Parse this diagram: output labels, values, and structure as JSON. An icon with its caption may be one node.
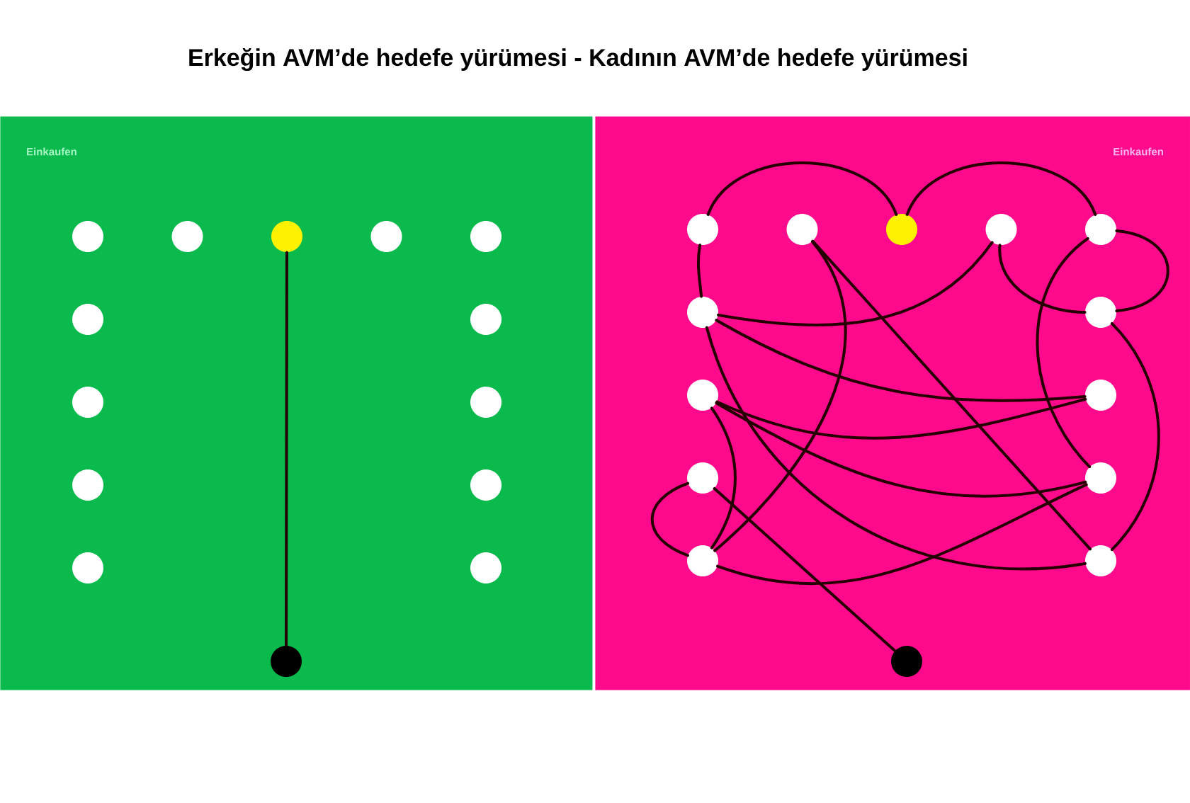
{
  "diagram": {
    "title": "Erkeğin AVM’de hedefe yürümesi - Kadının AVM’de hedefe yürümesi",
    "nodes": [
      {
        "text": [
          "Einkaufen"
        ]
      },
      {
        "text": [],
        "shape": "circle",
        "in": 0
      },
      {
        "text": [],
        "shape": "circle",
        "in": 0
      },
      {
        "text": [],
        "shape": "circle",
        "in": 0
      },
      {
        "text": [],
        "shape": "circle",
        "in": 0
      },
      {
        "text": [],
        "shape": "circle",
        "in": 0
      },
      {
        "text": [],
        "shape": "circle",
        "in": 0
      },
      {
        "text": [],
        "shape": "circle",
        "in": 0
      },
      {
        "text": [],
        "shape": "circle",
        "in": 0
      },
      {
        "text": [],
        "shape": "circle",
        "in": 0
      },
      {
        "text": [],
        "shape": "circle",
        "in": 0
      },
      {
        "text": [],
        "shape": "circle",
        "in": 0
      },
      {
        "text": [],
        "shape": "circle",
        "in": 0
      },
      {
        "text": [],
        "shape": "circle",
        "in": 0
      },
      {
        "text": [],
        "shape": "circle",
        "in": 0
      },
      {
        "text": [
          "Einkaufen"
        ]
      },
      {
        "text": [],
        "shape": "circle",
        "in": 15
      },
      {
        "text": [],
        "shape": "circle",
        "in": 15
      },
      {
        "text": [],
        "shape": "circle",
        "in": 15
      },
      {
        "text": [],
        "shape": "circle",
        "in": 15
      },
      {
        "text": [],
        "shape": "circle",
        "in": 15
      },
      {
        "text": [],
        "shape": "circle",
        "in": 15
      },
      {
        "text": [],
        "shape": "circle",
        "in": 15
      },
      {
        "text": [],
        "shape": "circle",
        "in": 15
      },
      {
        "text": [],
        "shape": "circle",
        "in": 15
      },
      {
        "text": [],
        "shape": "circle",
        "in": 15
      },
      {
        "text": [],
        "shape": "circle",
        "in": 15
      },
      {
        "text": [],
        "shape": "circle",
        "in": 15
      },
      {
        "text": [],
        "shape": "circle",
        "in": 15
      },
      {
        "text": [],
        "shape": "circle",
        "in": 15
      }
    ],
    "edges": [
      {
        "from": 3,
        "to": 14,
        "arrow": "none"
      },
      {
        "from": 16,
        "to": 18,
        "arrow": "none"
      },
      {
        "from": 18,
        "to": 20,
        "arrow": "none"
      },
      {
        "from": 16,
        "to": 21,
        "arrow": "none"
      },
      {
        "from": 21,
        "to": 19,
        "arrow": "none"
      },
      {
        "from": 21,
        "to": 24,
        "arrow": "none"
      },
      {
        "from": 21,
        "to": 28,
        "arrow": "none"
      },
      {
        "from": 23,
        "to": 24,
        "arrow": "none"
      },
      {
        "from": 23,
        "to": 26,
        "arrow": "none"
      },
      {
        "from": 23,
        "to": 27,
        "arrow": "none"
      },
      {
        "from": 17,
        "to": 27,
        "arrow": "none"
      },
      {
        "from": 17,
        "to": 28,
        "arrow": "none"
      },
      {
        "from": 19,
        "to": 22,
        "arrow": "none"
      },
      {
        "from": 20,
        "to": 22,
        "arrow": "none"
      },
      {
        "from": 20,
        "to": 26,
        "arrow": "none"
      },
      {
        "from": 22,
        "to": 28,
        "arrow": "none"
      },
      {
        "from": 27,
        "to": 26,
        "arrow": "none"
      },
      {
        "from": 25,
        "to": 27,
        "arrow": "none"
      },
      {
        "from": 25,
        "to": 29,
        "arrow": "none"
      }
    ]
  }
}
